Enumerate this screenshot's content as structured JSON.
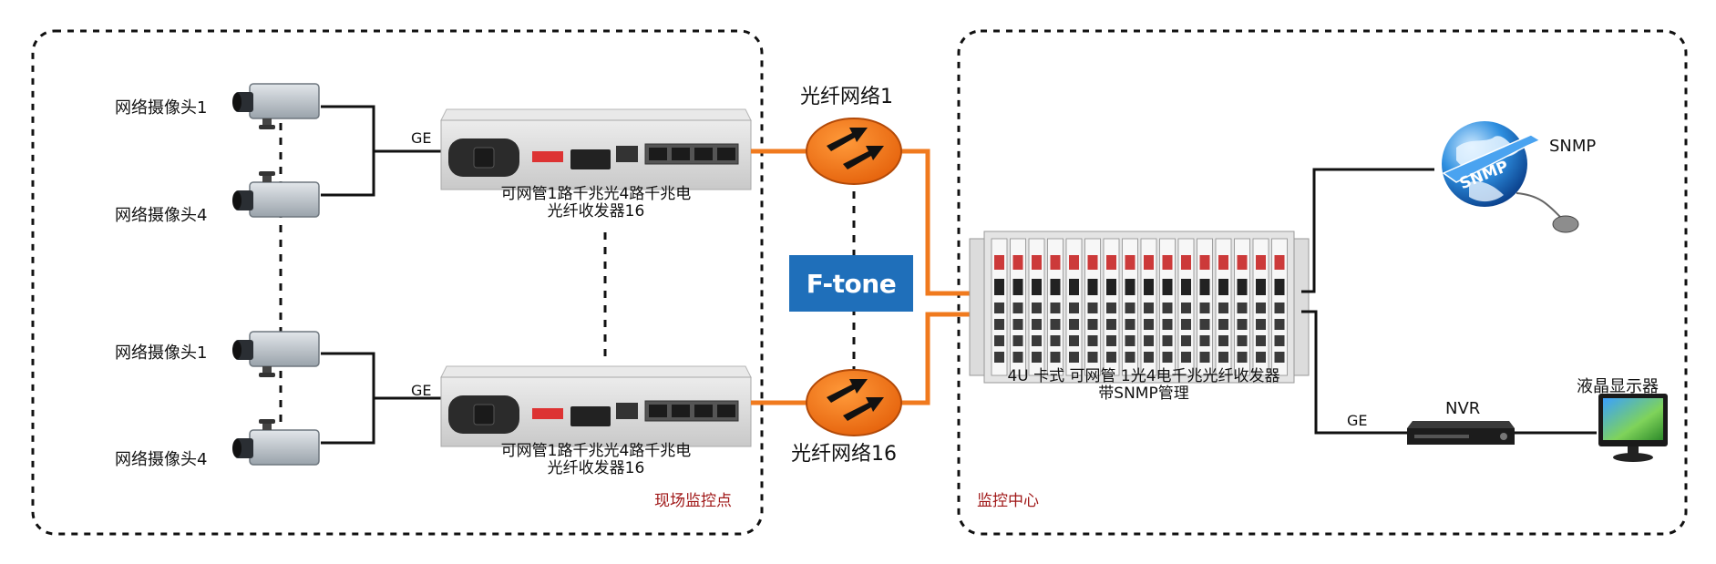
{
  "site": {
    "cameras": [
      {
        "label": "网络摄像头1"
      },
      {
        "label": "网络摄像头4"
      },
      {
        "label": "网络摄像头1"
      },
      {
        "label": "网络摄像头4"
      }
    ],
    "ge_label": "GE",
    "transceiver_top": {
      "line1": "可网管1路千兆光4路千兆电",
      "line2": "光纤收发器16"
    },
    "transceiver_bottom": {
      "line1": "可网管1路千兆光4路千兆电",
      "line2": "光纤收发器16"
    },
    "zone_label": "现场监控点"
  },
  "network": {
    "fiber_top": "光纤网络1",
    "fiber_bottom": "光纤网络16",
    "brand": "F-tone"
  },
  "center": {
    "chassis": {
      "line1": "4U 卡式 可网管 1光4电千兆光纤收发器",
      "line2": "带SNMP管理"
    },
    "snmp_label": "SNMP",
    "nvr_label": "NVR",
    "ge_label": "GE",
    "monitor_label": "液晶显示器",
    "zone_label": "监控中心"
  },
  "colors": {
    "fiber": "#f07a1e",
    "wire": "#111111",
    "brand": "#1f6fba",
    "zone_text": "#a01818"
  }
}
